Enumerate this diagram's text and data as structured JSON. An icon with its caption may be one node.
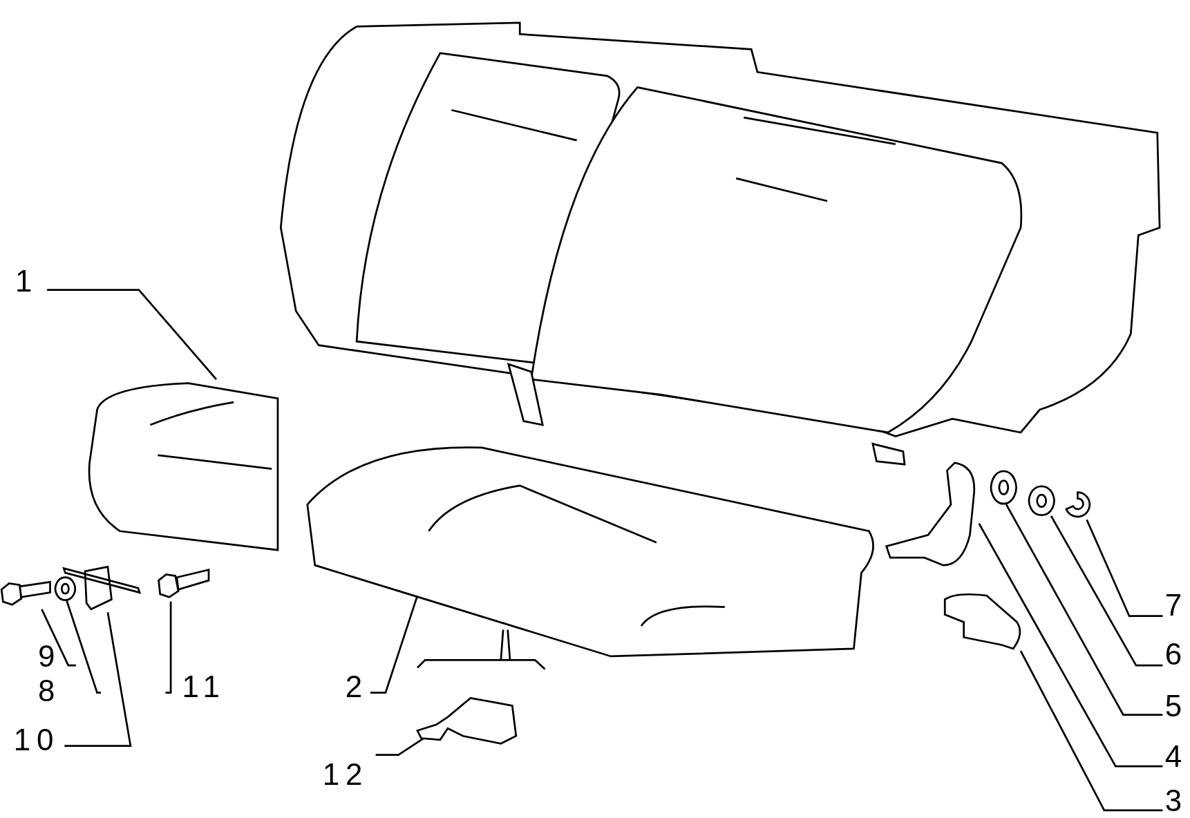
{
  "diagram": {
    "nodes": [
      {
        "text": [
          "1"
        ]
      },
      {
        "text": [
          "7"
        ]
      },
      {
        "text": [
          "9"
        ]
      },
      {
        "text": [
          "6"
        ]
      },
      {
        "text": [
          "8"
        ]
      },
      {
        "text": [
          "11"
        ]
      },
      {
        "text": [
          "2"
        ]
      },
      {
        "text": [
          "5"
        ]
      },
      {
        "text": [
          "10"
        ]
      },
      {
        "text": [
          "4"
        ]
      },
      {
        "text": [
          "12"
        ]
      },
      {
        "text": [
          "3"
        ]
      },
      {
        "text": [],
        "shape": "picture"
      },
      {
        "text": [],
        "shape": "picture"
      },
      {
        "text": [],
        "shape": "picture"
      },
      {
        "text": [],
        "shape": "picture"
      },
      {
        "text": [],
        "shape": "circle"
      },
      {
        "text": [],
        "shape": "circle"
      },
      {
        "text": [],
        "shape": "picture"
      },
      {
        "text": [],
        "shape": "circle"
      },
      {
        "text": [],
        "shape": "picture"
      },
      {
        "text": [],
        "shape": "picture"
      },
      {
        "text": [],
        "shape": "picture"
      },
      {
        "text": [],
        "shape": "picture"
      }
    ],
    "edges": [
      {
        "from": 0,
        "to": 12,
        "arrow": "none"
      },
      {
        "from": 1,
        "to": 18,
        "arrow": "none"
      },
      {
        "from": 2,
        "to": 20,
        "arrow": "none"
      },
      {
        "from": 3,
        "to": 17,
        "arrow": "none"
      },
      {
        "from": 4,
        "to": 19,
        "arrow": "none"
      },
      {
        "from": 5,
        "to": 22,
        "arrow": "none"
      },
      {
        "from": 6,
        "to": 13,
        "arrow": "none"
      },
      {
        "from": 7,
        "to": 16,
        "arrow": "none"
      },
      {
        "from": 8,
        "to": 21,
        "arrow": "none"
      },
      {
        "from": 9,
        "to": 15,
        "arrow": "none"
      },
      {
        "from": 10,
        "to": 23,
        "arrow": "none"
      },
      {
        "from": 11,
        "to": 14,
        "arrow": "none"
      }
    ]
  }
}
